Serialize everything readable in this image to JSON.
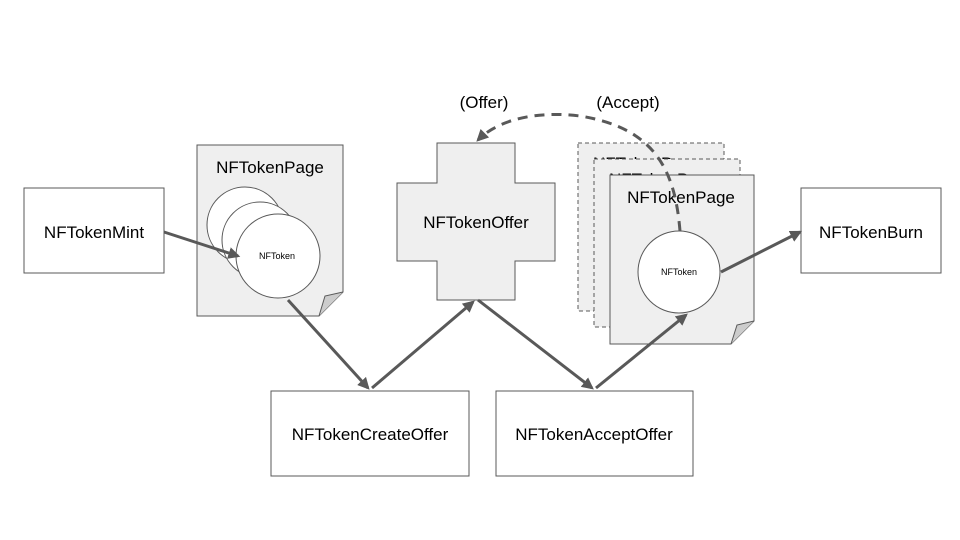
{
  "nodes": {
    "mint": "NFTokenMint",
    "burn": "NFTokenBurn",
    "create_offer": "NFTokenCreateOffer",
    "accept_offer": "NFTokenAcceptOffer",
    "offer": "NFTokenOffer",
    "page_left": "NFTokenPage",
    "page_right": "NFTokenPage",
    "page_back_1": "NFTokenPage",
    "page_back_2": "NFTokenPage"
  },
  "tokens": {
    "left": "NFToken",
    "right": "NFToken"
  },
  "labels": {
    "offer": "(Offer)",
    "accept": "(Accept)"
  },
  "colors": {
    "stroke": "#595959",
    "page_fill": "#efefef",
    "box_fill": "#ffffff"
  }
}
